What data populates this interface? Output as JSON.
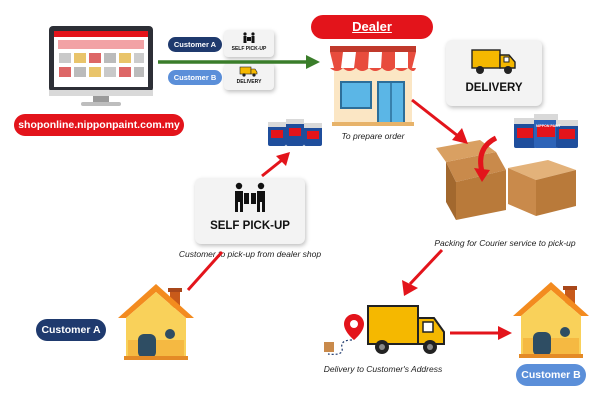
{
  "website": {
    "url": "shoponline.nipponpaint.com.my"
  },
  "legend": {
    "customer_a": "Customer A",
    "customer_b": "Customer B",
    "self_pickup_small": "SELF PICK-UP",
    "delivery_small": "DELIVERY"
  },
  "dealer": {
    "title": "Dealer",
    "caption": "To prepare order"
  },
  "delivery_card": {
    "label": "DELIVERY"
  },
  "self_pickup_card": {
    "label": "SELF PICK-UP",
    "caption": "Customer to pick-up from dealer shop"
  },
  "packing": {
    "caption": "Packing for Courier service to pick-up",
    "paint_brand": "NIPPON PAINT"
  },
  "delivery_truck": {
    "caption": "Delivery to Customer's Address"
  },
  "customer_a_house": {
    "label": "Customer A"
  },
  "customer_b_house": {
    "label": "Customer B"
  },
  "colors": {
    "red": "#e3141b",
    "navy": "#1f3a6e",
    "blue": "#5b8fd9",
    "green": "#3a7d2a",
    "truck_yellow": "#f5b800",
    "house_orange": "#f38b1f",
    "house_wall": "#f9d15a"
  }
}
